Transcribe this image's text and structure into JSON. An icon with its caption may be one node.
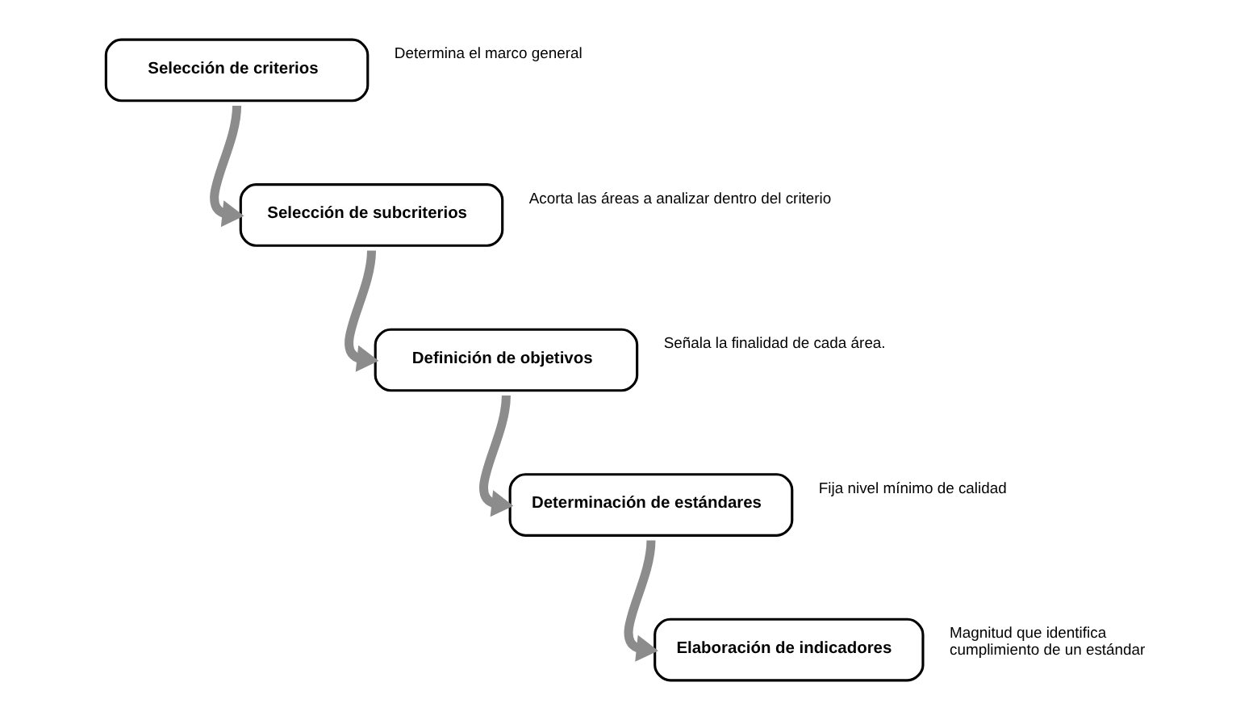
{
  "diagram": {
    "nodes": [
      {
        "text": [
          "Selección de criterios"
        ],
        "beside": [
          "Determina el marco general"
        ]
      },
      {
        "text": [
          "Selección de subcriterios"
        ],
        "beside": [
          "Acorta las áreas a analizar dentro del criterio"
        ]
      },
      {
        "text": [
          "Definición de objetivos"
        ],
        "beside": [
          "Señala la finalidad de cada área."
        ]
      },
      {
        "text": [
          "Determinación de estándares"
        ],
        "beside": [
          "Fija nivel mínimo de calidad"
        ]
      },
      {
        "text": [
          "Elaboración de indicadores"
        ],
        "beside": [
          "Magnitud que identifica cumplimiento de un estándar"
        ]
      }
    ],
    "edges": [
      {
        "from": 0,
        "to": 1,
        "arrow": "to"
      },
      {
        "from": 1,
        "to": 2,
        "arrow": "to"
      },
      {
        "from": 2,
        "to": 3,
        "arrow": "to"
      },
      {
        "from": 3,
        "to": 4,
        "arrow": "to"
      }
    ]
  }
}
